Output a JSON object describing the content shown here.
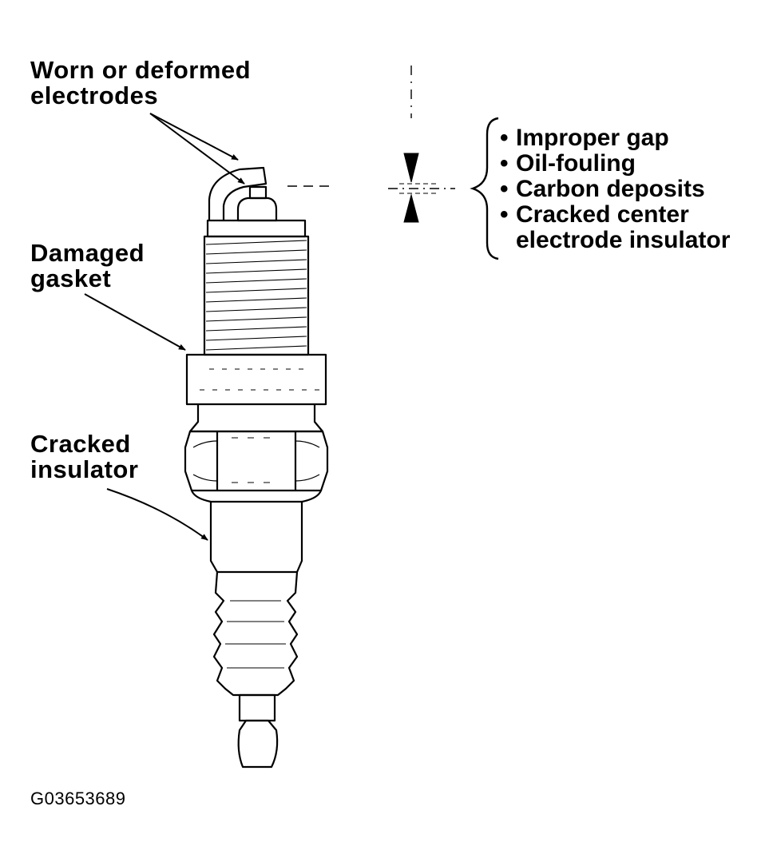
{
  "labels": {
    "worn_electrodes": [
      "Worn or deformed",
      "electrodes"
    ],
    "damaged_gasket": [
      "Damaged",
      "gasket"
    ],
    "cracked_insulator": [
      "Cracked",
      "insulator"
    ]
  },
  "gap_causes": [
    [
      "Improper gap"
    ],
    [
      "Oil-fouling"
    ],
    [
      "Carbon deposits"
    ],
    [
      "Cracked center",
      "electrode insulator"
    ]
  ],
  "bullet_glyph": "•",
  "figure_id": "G03653689"
}
